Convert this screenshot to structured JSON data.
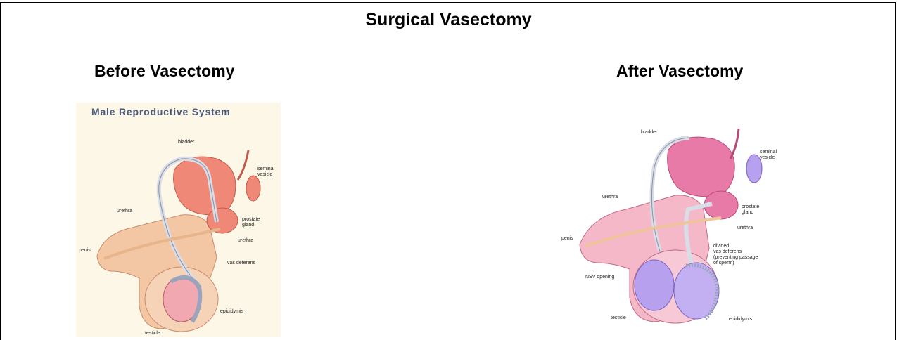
{
  "title": "Surgical Vasectomy",
  "before": {
    "heading": "Before Vasectomy",
    "panel_title": "Male Reproductive System",
    "labels": {
      "bladder": "bladder",
      "seminal_vesicle_1": "seminal",
      "seminal_vesicle_2": "vesicle",
      "urethra_top": "urethra",
      "prostate_1": "prostate",
      "prostate_2": "gland",
      "penis": "penis",
      "urethra": "urethra",
      "vas_deferens": "vas deferens",
      "epididymis": "epididymis",
      "testicle": "testicle"
    }
  },
  "after": {
    "heading": "After Vasectomy",
    "labels": {
      "bladder": "bladder",
      "seminal_vesicle_1": "seminal",
      "seminal_vesicle_2": "vesicle",
      "urethra_top": "urethra",
      "prostate_1": "prostate",
      "prostate_2": "gland",
      "urethra": "urethra",
      "penis": "penis",
      "divided_1": "divided",
      "divided_2": "vas deferens",
      "divided_3": "(preventing passage",
      "divided_4": "of sperm)",
      "nsv": "NSV opening",
      "testicle": "testicle",
      "epididymis": "epididymis"
    }
  },
  "colors": {
    "organ_before": "#f08878",
    "skin_before": "#f4c7a4",
    "organ_after": "#e87aa8",
    "testis_after": "#b7a0ee",
    "duct": "#d8dde8"
  }
}
